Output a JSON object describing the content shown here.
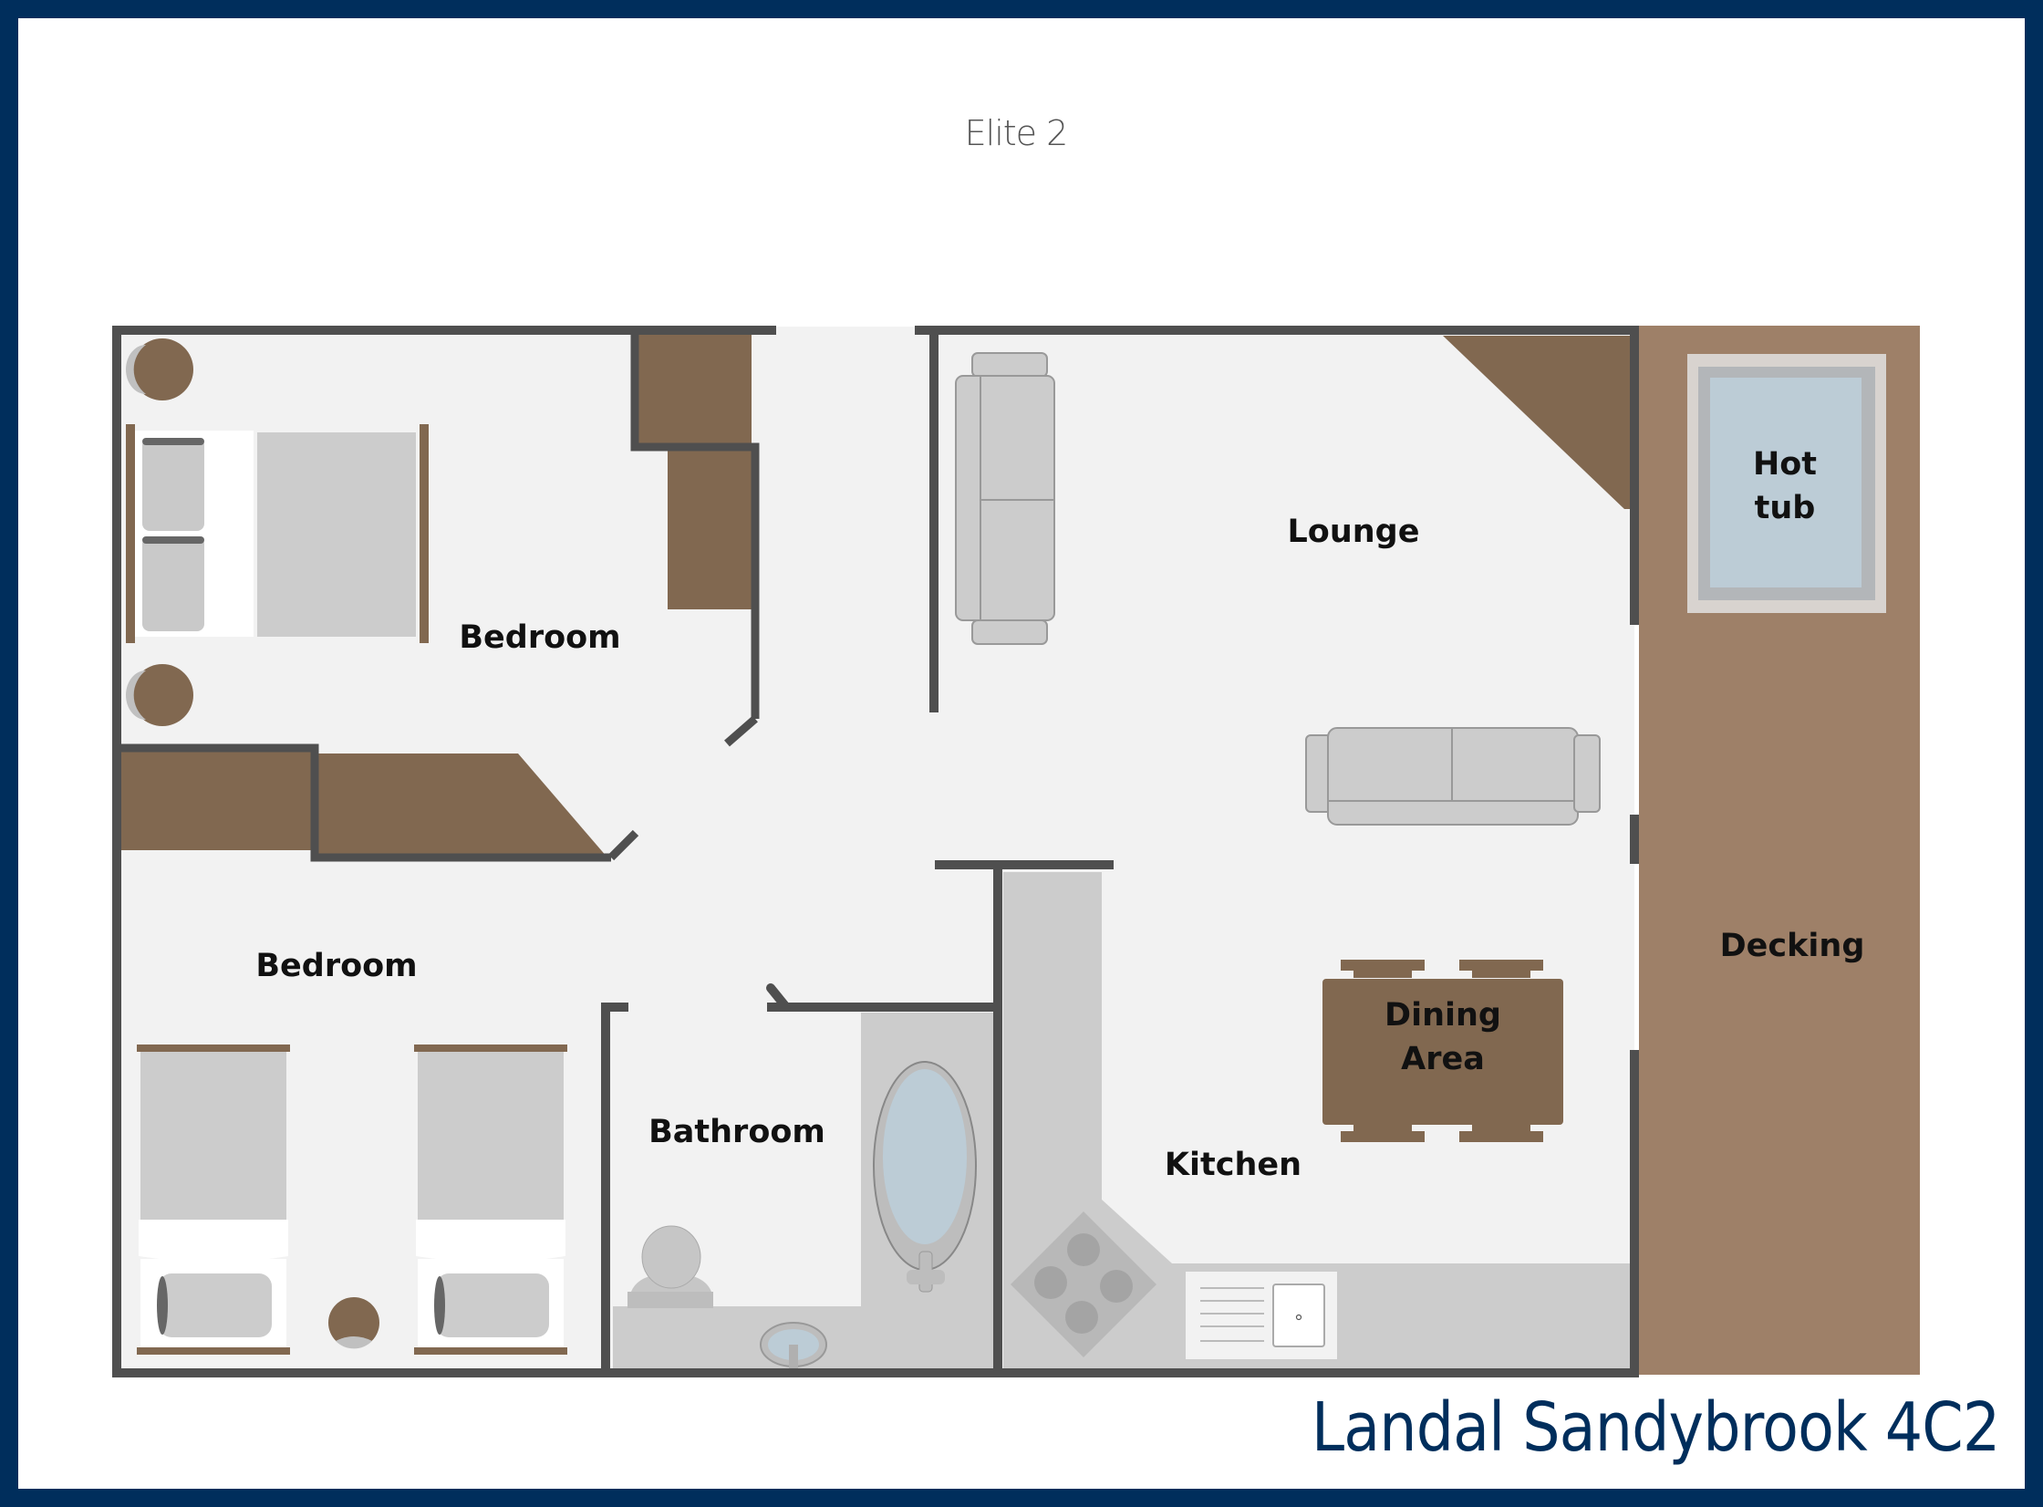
{
  "title": "Elite 2",
  "footer": "Landal Sandybrook 4C2",
  "colors": {
    "frame": "#002e5c",
    "wall": "#4f4f4f",
    "floor": "#f2f2f2",
    "furniture_wood": "#816850",
    "decking": "#9e8068",
    "fabric_gray": "#cccccc",
    "water": "#bcccd6"
  },
  "rooms": [
    {
      "id": "bedroom-1",
      "label": "Bedroom"
    },
    {
      "id": "bedroom-2",
      "label": "Bedroom"
    },
    {
      "id": "bathroom",
      "label": "Bathroom"
    },
    {
      "id": "lounge",
      "label": "Lounge"
    },
    {
      "id": "kitchen",
      "label": "Kitchen"
    },
    {
      "id": "dining",
      "label_line1": "Dining",
      "label_line2": "Area"
    },
    {
      "id": "decking",
      "label": "Decking"
    },
    {
      "id": "hot-tub",
      "label_line1": "Hot",
      "label_line2": "tub"
    }
  ],
  "furniture": [
    "double-bed-icon",
    "bedside-table-icon",
    "wardrobe-icon",
    "single-bed-icon",
    "sofa-icon",
    "corner-unit-icon",
    "dining-table-icon",
    "chair-icon",
    "bathtub-icon",
    "toilet-icon",
    "washbasin-icon",
    "hob-icon",
    "sink-icon",
    "hot-tub-icon"
  ]
}
